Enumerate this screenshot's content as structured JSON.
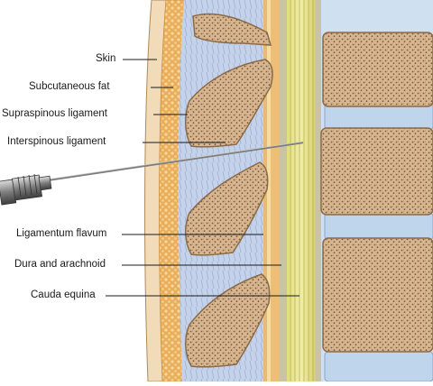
{
  "diagram": {
    "labels": [
      {
        "id": "skin",
        "text": "Skin"
      },
      {
        "id": "subcutaneous_fat",
        "text": "Subcutaneous fat"
      },
      {
        "id": "supraspinous_ligament",
        "text": "Supraspinous ligament"
      },
      {
        "id": "interspinous_ligament",
        "text": "Interspinous ligament"
      },
      {
        "id": "ligamentum_flavum",
        "text": "Ligamentum flavum"
      },
      {
        "id": "dura_and_arachnoid",
        "text": "Dura and arachnoid"
      },
      {
        "id": "cauda_equina",
        "text": "Cauda equina"
      }
    ],
    "colors": {
      "skin": "#f0d9b4",
      "fat": "#e7a955",
      "ligament": "#b9c8e2",
      "bone": "#c8a47e",
      "bone_dots": "#7a5a3e",
      "disc": "#c9def0",
      "cauda_equina": "#e4e08a",
      "needle": "#8c8c8c"
    }
  }
}
